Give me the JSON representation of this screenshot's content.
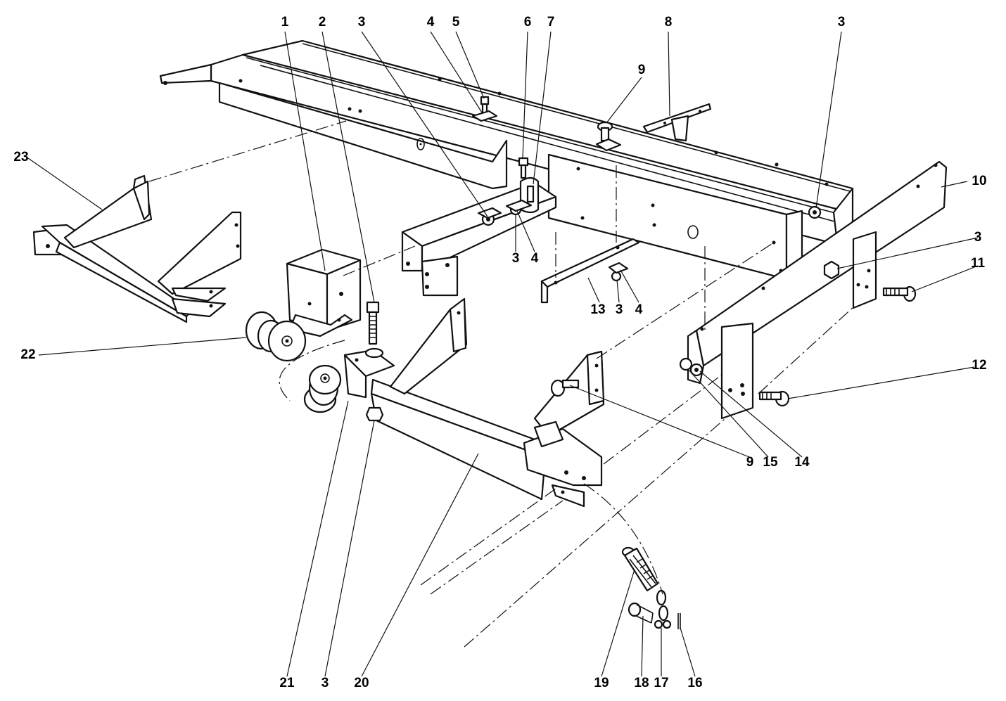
{
  "callouts": {
    "c1": "1",
    "c2": "2",
    "c3a": "3",
    "c4a": "4",
    "c5": "5",
    "c6": "6",
    "c7": "7",
    "c8": "8",
    "c9a": "9",
    "c3b": "3",
    "c10": "10",
    "c3c": "3",
    "c11": "11",
    "c12": "12",
    "c23": "23",
    "c3d": "3",
    "c4b": "4",
    "c13": "13",
    "c3e": "3",
    "c4c": "4",
    "c22": "22",
    "c9b": "9",
    "c15": "15",
    "c14": "14",
    "c21": "21",
    "c3f": "3",
    "c20": "20",
    "c19": "19",
    "c18": "18",
    "c17": "17",
    "c16": "16"
  },
  "icons": [
    "long-frame-rail",
    "cross-channel",
    "hitch-frame",
    "roller-wheel",
    "spring",
    "bolt",
    "nut"
  ]
}
